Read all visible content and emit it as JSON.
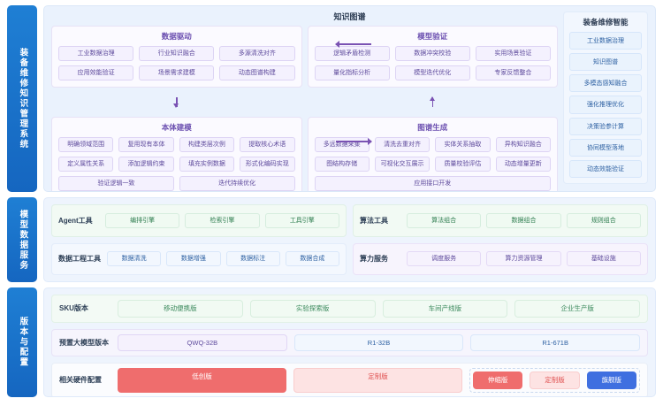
{
  "bands": {
    "kg": {
      "tab_label": "装备维修知识管理系统",
      "title": "知识图谱",
      "panels": {
        "data_driven": {
          "title": "数据驱动",
          "rows": [
            [
              "工业数据治理",
              "行业知识融合",
              "多源清洗对齐"
            ],
            [
              "应用效能验证",
              "场景需求建模",
              "动态图谱构建"
            ]
          ]
        },
        "ontology": {
          "title": "本体建模",
          "rows": [
            [
              "明确领域范围",
              "复用现有本体",
              "构建类层次例",
              "提取核心术语"
            ],
            [
              "定义属性关系",
              "添加逻辑约束",
              "填充实例数据",
              "形式化编码实现"
            ],
            [
              "验证逻辑一致",
              "迭代持续优化"
            ]
          ]
        },
        "model_validation": {
          "title": "模型验证",
          "rows": [
            [
              "逻辑矛盾检测",
              "数据冲突校验",
              "实用场景验证"
            ],
            [
              "量化指标分析",
              "模型迭代优化",
              "专家反馈整合"
            ]
          ]
        },
        "graph_generation": {
          "title": "图谱生成",
          "rows": [
            [
              "多远数据采集",
              "清洗去重对齐",
              "实体关系抽取",
              "异构知识融合"
            ],
            [
              "图结构存储",
              "可视化交互展示",
              "质量校验评估",
              "动态增量更新"
            ],
            [
              "应用接口开发"
            ]
          ]
        }
      },
      "right_panel": {
        "title": "装备维修智能",
        "items": [
          "工业数据治理",
          "知识图谱",
          "多模态感知融合",
          "强化推理优化",
          "决策验参计算",
          "协同模型落地",
          "动态效能验证"
        ]
      }
    },
    "services": {
      "tab_label": "模型数据服务",
      "groups": [
        {
          "label": "Agent工具",
          "style": "green",
          "items": [
            "编排引擎",
            "检索引擎",
            "工具引擎"
          ]
        },
        {
          "label": "算法工具",
          "style": "green",
          "items": [
            "算法组合",
            "数据组合",
            "规则组合"
          ]
        },
        {
          "label": "数据工程工具",
          "style": "blue",
          "items": [
            "数据清洗",
            "数据增强",
            "数据标注",
            "数据合成"
          ]
        },
        {
          "label": "算力服务",
          "style": "purple",
          "items": [
            "调度服务",
            "算力资源管理",
            "基础设施"
          ]
        }
      ]
    },
    "version": {
      "tab_label": "版本与配置",
      "rows": [
        {
          "label": "SKU版本",
          "style": "green",
          "item_style": "greenlight",
          "items": [
            "移动便携版",
            "实验探索版",
            "车间产线版",
            "企业生产版"
          ]
        },
        {
          "label": "预置大模型版本",
          "style": "purple",
          "items": [
            {
              "text": "QWQ-32B",
              "style": "purplelight"
            },
            {
              "text": "R1-32B",
              "style": "bluelight"
            },
            {
              "text": "R1-671B",
              "style": "bluelight"
            }
          ]
        },
        {
          "label": "相关硬件配置",
          "style": "plain",
          "items": [
            {
              "text": "低创版",
              "style": "redsolid"
            },
            {
              "text": "定制版",
              "style": "redsoft"
            }
          ],
          "dashed_items": [
            {
              "text": "伸缩版",
              "style": "redsolid"
            },
            {
              "text": "定制版",
              "style": "redsoft"
            },
            {
              "text": "旗舰版",
              "style": "bluesolid"
            }
          ]
        }
      ]
    }
  },
  "colors": {
    "brand_blue": "#1566c0",
    "purple": "#5e4a9c",
    "green": "#3c8a5d",
    "red": "#ef6d6d",
    "blue_solid": "#3f6fe0"
  }
}
